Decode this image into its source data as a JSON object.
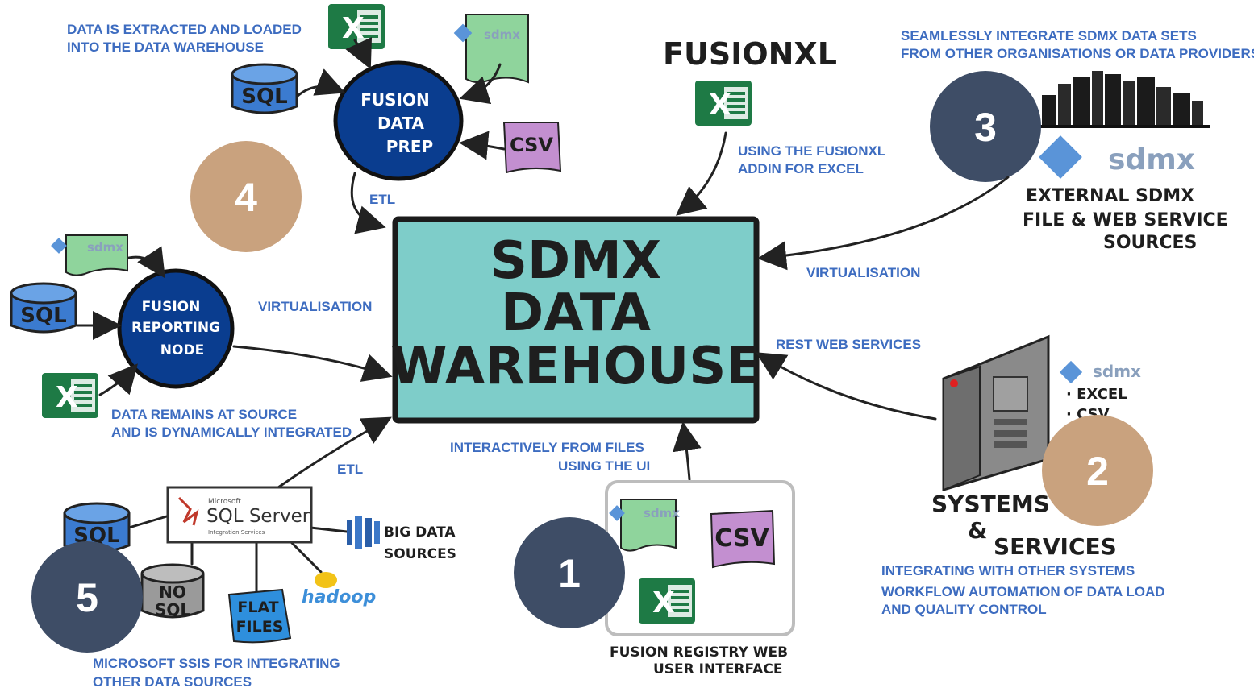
{
  "center": {
    "line1": "SDMX",
    "line2": "DATA",
    "line3": "WAREHOUSE"
  },
  "captions": {
    "extracted_1": "DATA IS EXTRACTED AND LOADED",
    "extracted_2": "INTO THE DATA WAREHOUSE",
    "seamless_1": "SEAMLESSLY INTEGRATE SDMX DATA SETS",
    "seamless_2": "FROM OTHER ORGANISATIONS OR DATA PROVIDERS",
    "fusionxl_using_1": "USING THE FUSIONXL",
    "fusionxl_using_2": "ADDIN FOR EXCEL",
    "etl_top": "ETL",
    "virtualisation_left": "VIRTUALISATION",
    "virtualisation_right": "VIRTUALISATION",
    "rest": "REST WEB SERVICES",
    "remains_1": "DATA REMAINS AT SOURCE",
    "remains_2": "AND IS DYNAMICALLY INTEGRATED",
    "etl_bottom": "ETL",
    "interactively_1": "INTERACTIVELY FROM FILES",
    "interactively_2": "USING THE UI",
    "integrating_1": "INTEGRATING WITH OTHER SYSTEMS",
    "integrating_2": "WORKFLOW AUTOMATION OF DATA LOAD",
    "integrating_3": "AND QUALITY CONTROL",
    "ssis_1": "MICROSOFT SSIS FOR INTEGRATING",
    "ssis_2": "OTHER DATA SOURCES"
  },
  "nodes": {
    "data_prep": {
      "l1": "FUSION",
      "l2": "DATA",
      "l3": "PREP"
    },
    "reporting": {
      "l1": "FUSION",
      "l2": "REPORTING",
      "l3": "NODE"
    },
    "fusionxl": "FUSIONXL",
    "external": {
      "l1": "EXTERNAL SDMX",
      "l2": "FILE & WEB SERVICE",
      "l3": "SOURCES"
    },
    "systems": {
      "l1": "SYSTEMS",
      "l2": "&",
      "l3": "SERVICES",
      "bullet1": "· EXCEL",
      "bullet2": "· CSV"
    },
    "registry": {
      "l1": "FUSION REGISTRY WEB",
      "l2": "USER INTERFACE"
    },
    "big_data": {
      "l1": "BIG DATA",
      "l2": "SOURCES"
    },
    "flat_files": {
      "l1": "FLAT",
      "l2": "FILES"
    },
    "sql_server": {
      "brand": "Microsoft",
      "name": "SQL Server",
      "sub": "Integration Services"
    },
    "hadoop": "hadoop"
  },
  "labels": {
    "sql": "SQL",
    "nosql_1": "NO",
    "nosql_2": "SQL",
    "csv": "CSV",
    "sdmx": "sdmx",
    "excel_x": "X"
  },
  "badges": {
    "b1": "1",
    "b2": "2",
    "b3": "3",
    "b4": "4",
    "b5": "5"
  },
  "colors": {
    "center_fill": "#7ecdc9",
    "node_fill": "#0a3d8f",
    "badge_dark": "#3e4d66",
    "badge_tan": "#c9a27e",
    "caption_blue": "#3d6cc0",
    "sql_blue": "#3b7bd0",
    "excel_green": "#1e7a45",
    "csv_purple": "#c38fd0",
    "sdmx_green": "#8fd49c"
  },
  "icons": [
    "excel-icon",
    "sdmx-logo-icon",
    "sql-cylinder-icon",
    "csv-file-icon",
    "server-tower-icon",
    "city-skyline-icon",
    "hadoop-elephant-icon",
    "big-data-icon"
  ]
}
